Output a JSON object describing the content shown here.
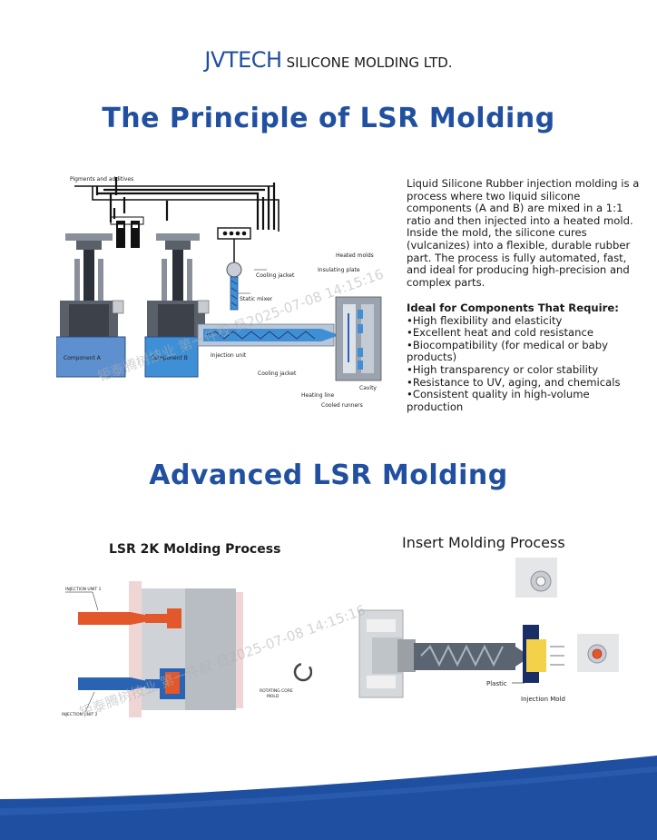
{
  "brand": {
    "main": "JVTECH",
    "rest": "SILICONE MOLDING LTD."
  },
  "title_principle": "The Principle of LSR Molding",
  "description": "Liquid Silicone Rubber injection molding is a process where two liquid silicone components (A and B) are mixed in a 1:1 ratio and then injected into a heated mold. Inside the mold, the silicone cures (vulcanizes) into a flexible, durable rubber part. The process is fully automated, fast, and ideal for producing high-precision and complex parts.",
  "ideal": {
    "heading": "Ideal for Components That Require:",
    "items": [
      "High flexibility and elasticity",
      "Excellent heat and cold resistance",
      "Biocompatibility (for medical or baby products)",
      "High transparency or color stability",
      "Resistance to UV, aging, and chemicals",
      "Consistent quality in high-volume production"
    ]
  },
  "diagram1": {
    "pigments": "Pigments and additives",
    "heated_molds": "Heated molds",
    "cooling_jacket_top": "Cooling jacket",
    "insulating_plate": "Insulating plate",
    "static_mixer": "Static mixer",
    "component_a": "Component A",
    "component_b": "Component B",
    "injection_unit": "Injection unit",
    "cooling_jacket_bottom": "Cooling jacket",
    "cavity": "Cavity",
    "heating_line": "Heating line",
    "cooled_runners": "Cooled runners"
  },
  "title_advanced": "Advanced LSR Molding",
  "lsr2k": {
    "title": "LSR 2K Molding Process",
    "unit1": "INJECTION UNIT 1",
    "unit2": "INJECTION UNIT 2",
    "rotating": [
      "ROTATING CORE",
      "MOLD"
    ]
  },
  "insert": {
    "title": "Insert Molding Process",
    "plastic": "Plastic",
    "mold": "Injection Mold"
  },
  "watermark": {
    "lines": [
      "钜泰腾树技业 第一件权 员2025-07-08 14:15:16",
      "钜泰腾树技业 第一件权 员2025-07-08 14:15:16"
    ]
  },
  "colors": {
    "brand_blue": "#1f4fa0",
    "footer_blue": "#1f4fa0",
    "component_blue": "#3f8fd6",
    "injection_orange": "#e2582a",
    "injection_blue": "#2a63b4"
  }
}
